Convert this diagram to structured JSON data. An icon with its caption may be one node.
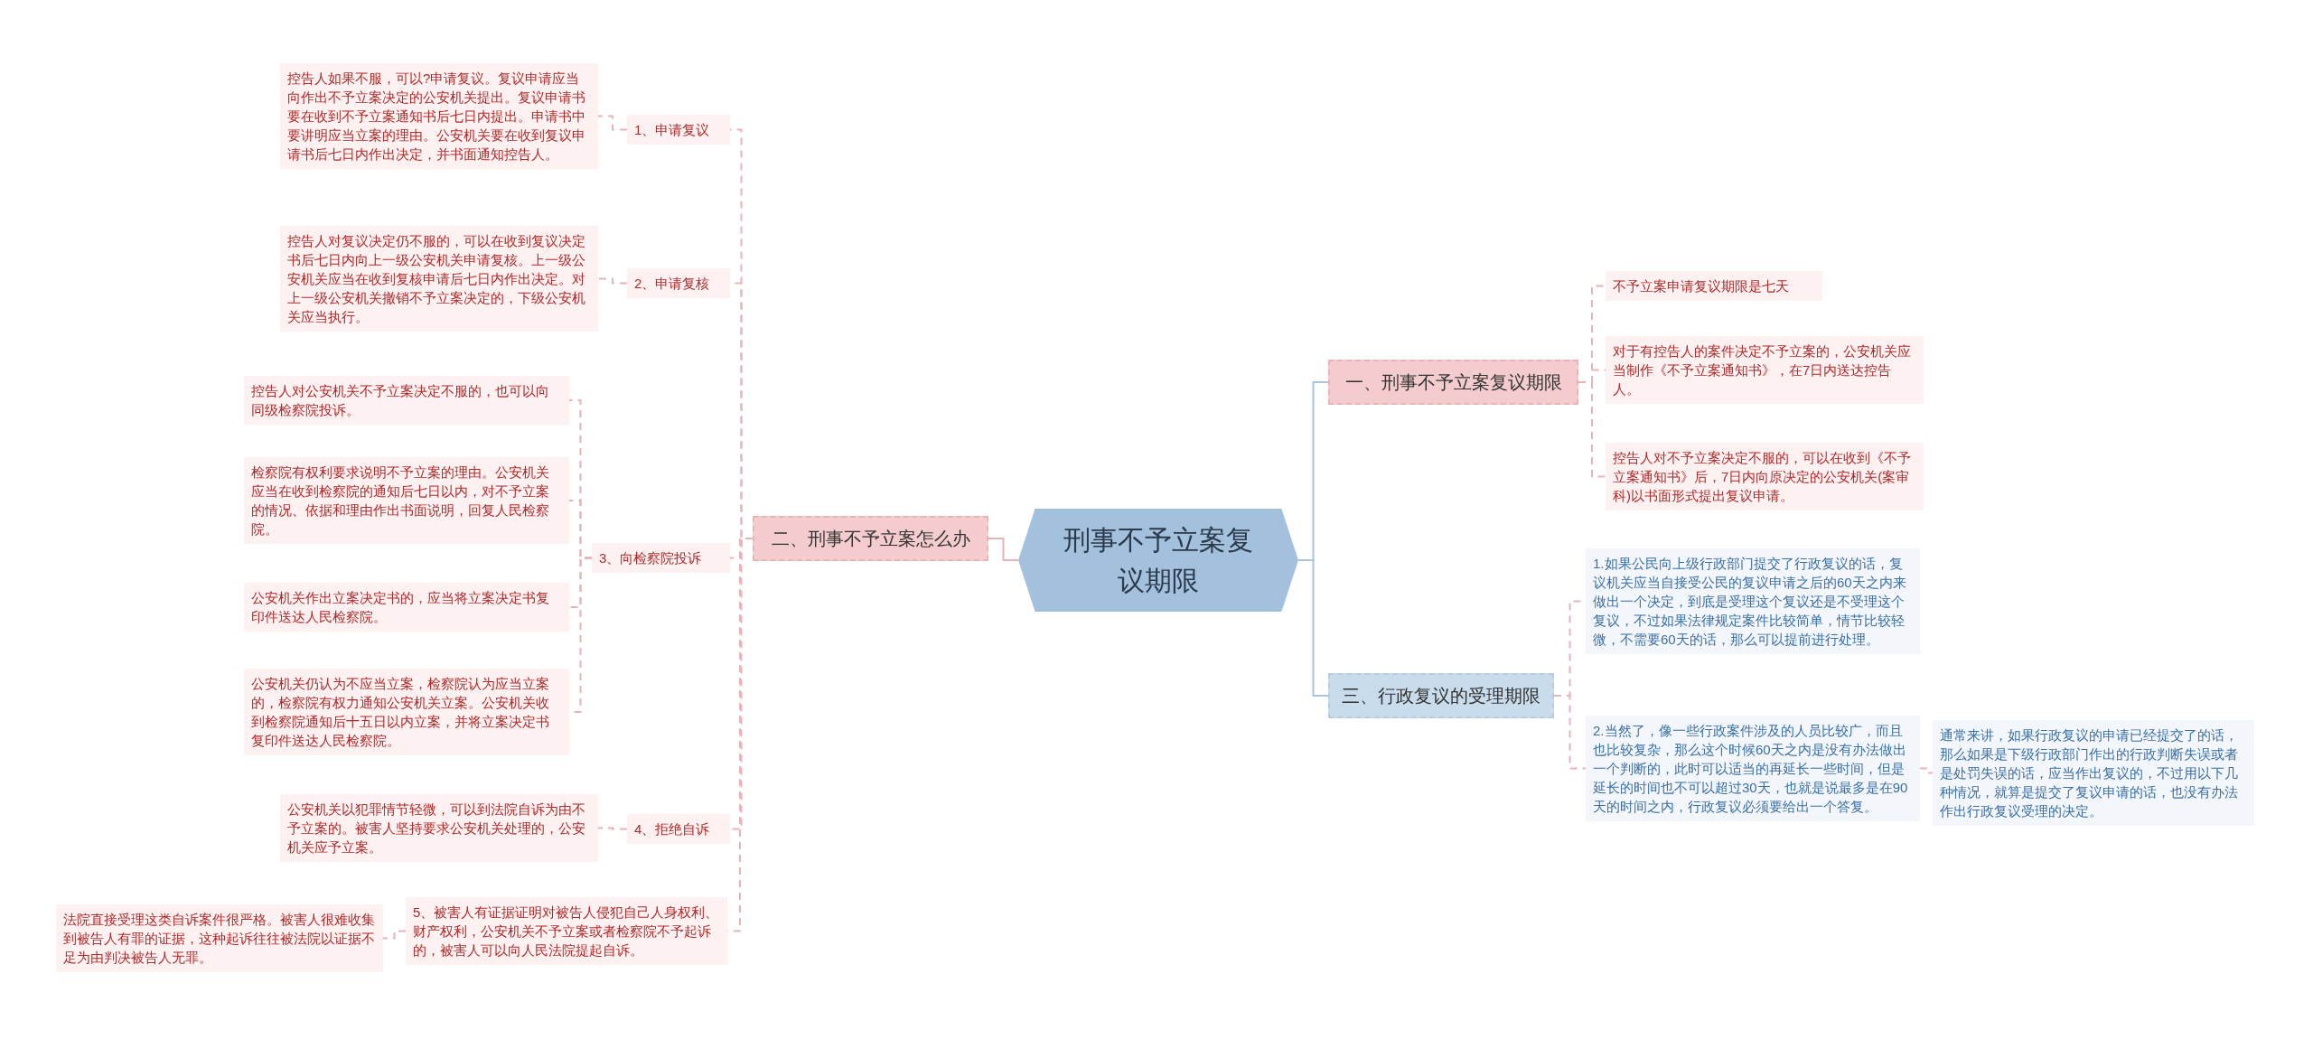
{
  "diagram": {
    "nodes": [
      {
        "text": [
          "刑事不予立案复议期限"
        ]
      },
      {
        "text": [
          "一、刑事不予立案复议期限"
        ]
      },
      {
        "text": [
          "二、刑事不予立案怎么办"
        ]
      },
      {
        "text": [
          "三、行政复议的受理期限"
        ]
      },
      {
        "text": [
          "不予立案申请复议期限是七天"
        ]
      },
      {
        "text": [
          "对于有控告人的案件决定不予立案的，公安机关应当制作《不予立案通知书》，在7日内送达控告人。"
        ]
      },
      {
        "text": [
          "控告人对不予立案决定不服的，可以在收到《不予立案通知书》后，7日内向原决定的公安机关(案审科)以书面形式提出复议申请。"
        ]
      },
      {
        "text": [
          "1.如果公民向上级行政部门提交了行政复议的话，复议机关应当自接受公民的复议申请之后的60天之内来做出一个决定，到底是受理这个复议还是不受理这个复议，不过如果法律规定案件比较简单，情节比较轻微，不需要60天的话，那么可以提前进行处理。"
        ]
      },
      {
        "text": [
          "2.当然了，像一些行政案件涉及的人员比较广，而且也比较复杂，那么这个时候60天之内是没有办法做出一个判断的，此时可以适当的再延长一些时间，但是延长的时间也不可以超过30天，也就是说最多是在90天的时间之内，行政复议必须要给出一个答复。"
        ]
      },
      {
        "text": [
          "通常来讲，如果行政复议的申请已经提交了的话，那么如果是下级行政部门作出的行政判断失误或者是处罚失误的话，应当作出复议的，不过用以下几种情况，就算是提交了复议申请的话，也没有办法作出行政复议受理的决定。"
        ]
      },
      {
        "text": [
          "1、申请复议"
        ]
      },
      {
        "text": [
          "控告人如果不服，可以?申请复议。复议申请应当向作出不予立案决定的公安机关提出。复议申请书要在收到不予立案通知书后七日内提出。申请书中要讲明应当立案的理由。公安机关要在收到复议申请书后七日内作出决定，并书面通知控告人。"
        ]
      },
      {
        "text": [
          "2、申请复核"
        ]
      },
      {
        "text": [
          "控告人对复议决定仍不服的，可以在收到复议决定书后七日内向上一级公安机关申请复核。上一级公安机关应当在收到复核申请后七日内作出决定。对上一级公安机关撤销不予立案决定的，下级公安机关应当执行。"
        ]
      },
      {
        "text": [
          "3、向检察院投诉"
        ]
      },
      {
        "text": [
          "控告人对公安机关不予立案决定不服的，也可以向同级检察院投诉。"
        ]
      },
      {
        "text": [
          "检察院有权利要求说明不予立案的理由。公安机关应当在收到检察院的通知后七日以内，对不予立案的情况、依据和理由作出书面说明，回复人民检察院。"
        ]
      },
      {
        "text": [
          "公安机关作出立案决定书的，应当将立案决定书复印件送达人民检察院。"
        ]
      },
      {
        "text": [
          "公安机关仍认为不应当立案，检察院认为应当立案的，检察院有权力通知公安机关立案。公安机关收到检察院通知后十五日以内立案，并将立案决定书复印件送达人民检察院。"
        ]
      },
      {
        "text": [
          "4、拒绝自诉"
        ]
      },
      {
        "text": [
          "公安机关以犯罪情节轻微，可以到法院自诉为由不予立案的。被害人坚持要求公安机关处理的，公安机关应予立案。"
        ]
      },
      {
        "text": [
          "5、被害人有证据证明对被告人侵犯自己人身权利、财产权利，公安机关不予立案或者检察院不予起诉的，被害人可以向人民法院提起自诉。"
        ]
      },
      {
        "text": [
          "法院直接受理这类自诉案件很严格。被害人很难收集到被告人有罪的证据，这种起诉往往被法院以证据不足为由判决被告人无罪。"
        ]
      }
    ],
    "edges": [
      {
        "from": 0,
        "to": 1,
        "arrow": "none",
        "color": "#a9c4dc"
      },
      {
        "from": 0,
        "to": 2,
        "arrow": "none"
      },
      {
        "from": 0,
        "to": 3,
        "arrow": "none",
        "color": "#a9c4dc"
      },
      {
        "from": 1,
        "to": 4,
        "arrow": "none",
        "style": "dashed"
      },
      {
        "from": 1,
        "to": 5,
        "arrow": "none",
        "style": "dashed"
      },
      {
        "from": 1,
        "to": 6,
        "arrow": "none",
        "style": "dashed"
      },
      {
        "from": 3,
        "to": 7,
        "arrow": "none",
        "style": "dashed"
      },
      {
        "from": 3,
        "to": 8,
        "arrow": "none",
        "style": "dashed"
      },
      {
        "from": 8,
        "to": 9,
        "arrow": "none",
        "style": "dashed"
      },
      {
        "from": 2,
        "to": 10,
        "arrow": "none",
        "style": "dashed"
      },
      {
        "from": 2,
        "to": 12,
        "arrow": "none",
        "style": "dashed"
      },
      {
        "from": 2,
        "to": 14,
        "arrow": "none",
        "style": "dashed"
      },
      {
        "from": 2,
        "to": 19,
        "arrow": "none",
        "style": "dashed"
      },
      {
        "from": 2,
        "to": 21,
        "arrow": "none",
        "style": "dashed"
      },
      {
        "from": 10,
        "to": 11,
        "arrow": "none",
        "style": "dashed"
      },
      {
        "from": 12,
        "to": 13,
        "arrow": "none",
        "style": "dashed"
      },
      {
        "from": 14,
        "to": 15,
        "arrow": "none",
        "style": "dashed"
      },
      {
        "from": 14,
        "to": 16,
        "arrow": "none",
        "style": "dashed"
      },
      {
        "from": 14,
        "to": 17,
        "arrow": "none",
        "style": "dashed"
      },
      {
        "from": 14,
        "to": 18,
        "arrow": "none",
        "style": "dashed"
      },
      {
        "from": 19,
        "to": 20,
        "arrow": "none",
        "style": "dashed"
      },
      {
        "from": 21,
        "to": 22,
        "arrow": "none",
        "style": "dashed"
      }
    ]
  }
}
